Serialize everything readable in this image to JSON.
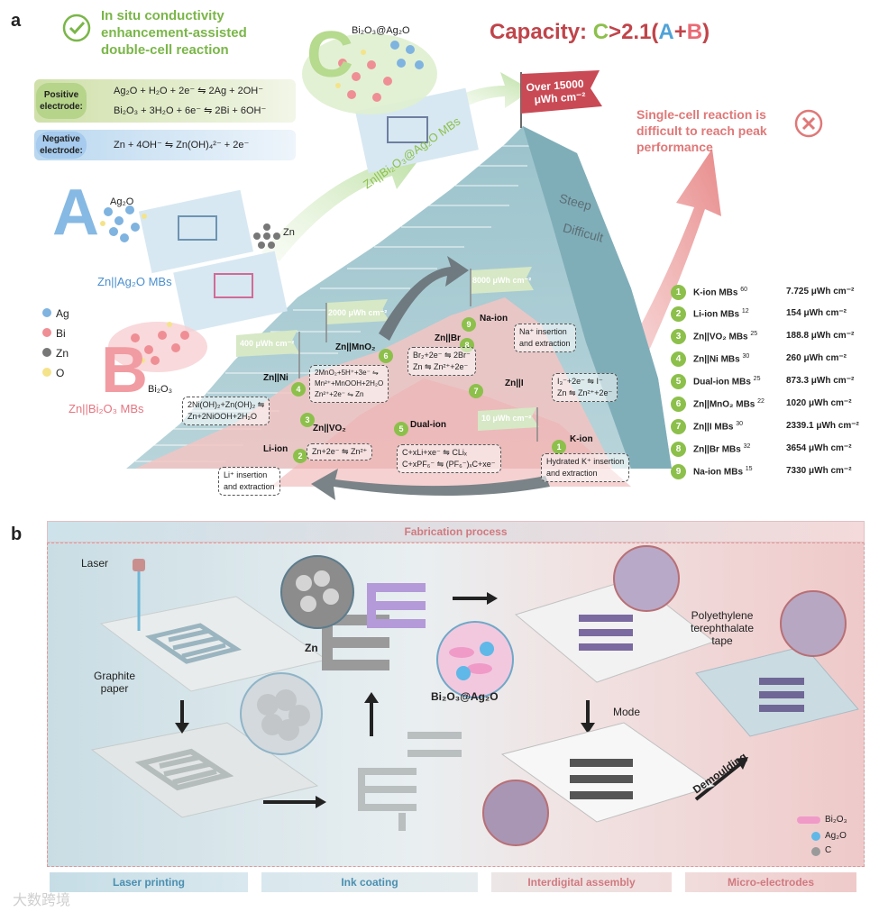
{
  "panel_a": {
    "letter": "a",
    "title_lines": [
      "In situ conductivity",
      "enhancement-assisted",
      "double-cell reaction"
    ],
    "positive_label": [
      "Positive",
      "electrode:"
    ],
    "negative_label": [
      "Negative",
      "electrode:"
    ],
    "positive_eq1": "Ag₂O + H₂O + 2e⁻ ⇋ 2Ag + 2OH⁻",
    "positive_eq2": "Bi₂O₃ + 3H₂O + 6e⁻ ⇋ 2Bi + 6OH⁻",
    "negative_eq": "Zn + 4OH⁻ ⇋ Zn(OH)₄²⁻ + 2e⁻",
    "capacity_prefix": "Capacity: ",
    "capacity_c": "C",
    "capacity_mid": ">2.1(",
    "capacity_a": "A",
    "capacity_plus": "+",
    "capacity_b": "B",
    "capacity_end": ")",
    "warning_lines": [
      "Single-cell reaction is",
      "difficult to reach peak",
      "performance"
    ],
    "big_a": "A",
    "big_b": "B",
    "big_c": "C",
    "ag2o": "Ag₂O",
    "bi2o3": "Bi₂O₃",
    "bi2o3_ag2o": "Bi₂O₃@Ag₂O",
    "zn": "Zn",
    "zn_ag2o_mbs": "Zn||Ag₂O MBs",
    "zn_bi2o3_mbs": "Zn||Bi₂O₃ MBs",
    "zn_bi2o3_ag2o_mbs": "Zn||Bi₂O₃@Ag₂O MBs",
    "steep": "Steep",
    "difficult": "Difficult",
    "flags": {
      "top_line1": "Over 15000",
      "top_line2": "μWh cm⁻²",
      "f8000": "8000 μWh cm⁻²",
      "f2000": "2000 μWh cm⁻²",
      "f400": "400 μWh cm⁻²",
      "f10": "10 μWh cm⁻²"
    },
    "legend": [
      {
        "label": "Ag",
        "color": "#7fb3e0"
      },
      {
        "label": "Bi",
        "color": "#ef8e94"
      },
      {
        "label": "Zn",
        "color": "#777777"
      },
      {
        "label": "O",
        "color": "#f5e38a"
      }
    ],
    "mountain_labels": {
      "naion": "Na-ion",
      "naion_rxn": [
        "Na⁺ insertion",
        "and extraction"
      ],
      "znbr": "Zn||Br",
      "znbr_rxn": [
        "Br₂+2e⁻ ⇋ 2Br⁻",
        "Zn ⇋ Zn²⁺+2e⁻"
      ],
      "zni": "Zn||I",
      "zni_rxn": [
        "I₃⁻+2e⁻ ⇋ I⁻",
        "Zn ⇋ Zn²⁺+2e⁻"
      ],
      "znmno2": "Zn||MnO₂",
      "znmno2_rxn": [
        "2MnO₂+5H⁺+3e⁻ ⇋",
        "Mn²⁺+MnOOH+2H₂O",
        "Zn²⁺+2e⁻ ⇋ Zn"
      ],
      "znni": "Zn||Ni",
      "znni_rxn": [
        "2Ni(OH)₂+Zn(OH)₂ ⇋",
        "Zn+2NiOOH+2H₂O"
      ],
      "znvo2": "Zn||VO₂",
      "znvo2_rxn": [
        "Zn+2e⁻ ⇋ Zn²⁺"
      ],
      "dualion": "Dual-ion",
      "dualion_rxn": [
        "C+xLi+xe⁻ ⇋ CLiₓ",
        "C+xPF₆⁻ ⇋ (PF₆⁻)ₓC+xe⁻"
      ],
      "liion": "Li-ion",
      "liion_rxn": [
        "Li⁺ insertion",
        "and extraction"
      ],
      "kion": "K-ion",
      "kion_rxn": [
        "Hydrated K⁺ insertion",
        "and extraction"
      ]
    },
    "table": [
      {
        "n": "1",
        "name": "K-ion MBs",
        "ref": "60",
        "value": "7.725 μWh cm⁻²"
      },
      {
        "n": "2",
        "name": "Li-ion MBs",
        "ref": "12",
        "value": "154 μWh cm⁻²"
      },
      {
        "n": "3",
        "name": "Zn||VO₂ MBs",
        "ref": "25",
        "value": "188.8 μWh cm⁻²"
      },
      {
        "n": "4",
        "name": "Zn||Ni MBs",
        "ref": "30",
        "value": "260 μWh cm⁻²"
      },
      {
        "n": "5",
        "name": "Dual-ion MBs",
        "ref": "25",
        "value": "873.3 μWh cm⁻²"
      },
      {
        "n": "6",
        "name": "Zn||MnO₂ MBs",
        "ref": "22",
        "value": "1020 μWh cm⁻²"
      },
      {
        "n": "7",
        "name": "Zn||I MBs",
        "ref": "30",
        "value": "2339.1 μWh cm⁻²"
      },
      {
        "n": "8",
        "name": "Zn||Br MBs",
        "ref": "32",
        "value": "3654 μWh cm⁻²"
      },
      {
        "n": "9",
        "name": "Na-ion MBs",
        "ref": "15",
        "value": "7330 μWh cm⁻²"
      }
    ]
  },
  "panel_b": {
    "letter": "b",
    "fabrication": "Fabrication process",
    "laser": "Laser",
    "graphite": [
      "Graphite",
      "paper"
    ],
    "zn": "Zn",
    "bi2o3_ag2o": "Bi₂O₃@Ag₂O",
    "pet": [
      "Polyethylene",
      "terephthalate",
      "tape"
    ],
    "mode": "Mode",
    "demoulding": "Demoulding",
    "legend": [
      {
        "label": "Bi₂O₃",
        "color": "#f09ac8"
      },
      {
        "label": "Ag₂O",
        "color": "#5fb8e8"
      },
      {
        "label": "C",
        "color": "#9a9a9a"
      }
    ],
    "stages": [
      "Laser printing",
      "Ink coating",
      "Interdigital assembly",
      "Micro-electrodes"
    ],
    "watermark": "大数跨境"
  }
}
